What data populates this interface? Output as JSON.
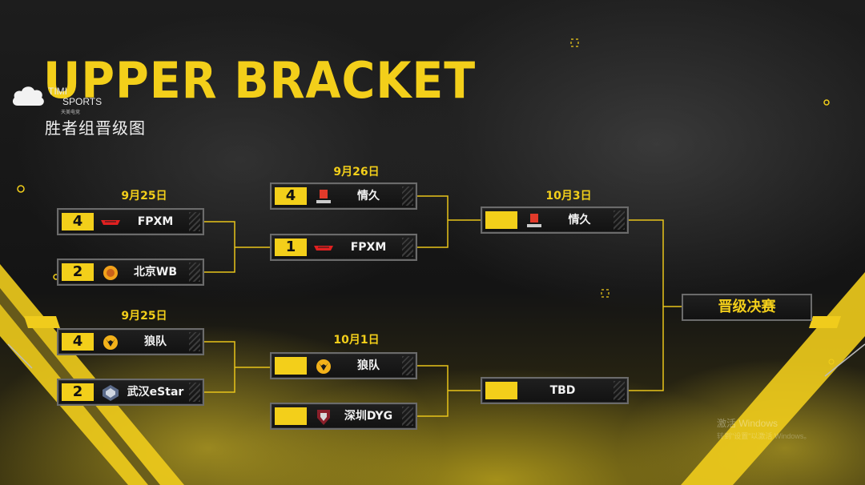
{
  "header": {
    "title_en": "UPPER BRACKET",
    "title_zh": "胜者组晋级图",
    "logo_text_line1": "TIMI",
    "logo_text_line2": "SPORTS",
    "logo_sub": "天美电竞"
  },
  "round1": {
    "date_a": "9月25日",
    "date_b": "9月25日",
    "match_a": [
      {
        "score": "4",
        "team": "FPXM",
        "logo": "fpx-logo"
      },
      {
        "score": "2",
        "team": "北京WB",
        "logo": "wb-logo"
      }
    ],
    "match_b": [
      {
        "score": "4",
        "team": "狼队",
        "logo": "wolves-logo"
      },
      {
        "score": "2",
        "team": "武汉eStar",
        "logo": "estar-logo"
      }
    ]
  },
  "round2": {
    "date_a": "9月26日",
    "date_b": "10月1日",
    "match_a": [
      {
        "score": "4",
        "team": "情久",
        "logo": "qingjiu-logo"
      },
      {
        "score": "1",
        "team": "FPXM",
        "logo": "fpx-logo"
      }
    ],
    "match_b": [
      {
        "score": "",
        "team": "狼队",
        "logo": "wolves-logo"
      },
      {
        "score": "",
        "team": "深圳DYG",
        "logo": "dyg-logo"
      }
    ]
  },
  "round3": {
    "date": "10月3日",
    "top": {
      "score": "",
      "team": "情久",
      "logo": "qingjiu-logo"
    },
    "bottom": {
      "score": "",
      "team": "TBD"
    }
  },
  "final": {
    "label": "晋级决赛"
  },
  "watermark": {
    "line1": "激活 Windows",
    "line2": "转到\"设置\"以激活 Windows。"
  },
  "colors": {
    "accent": "#f3cf1a",
    "bg": "#141414",
    "border": "#6b6b6b"
  }
}
